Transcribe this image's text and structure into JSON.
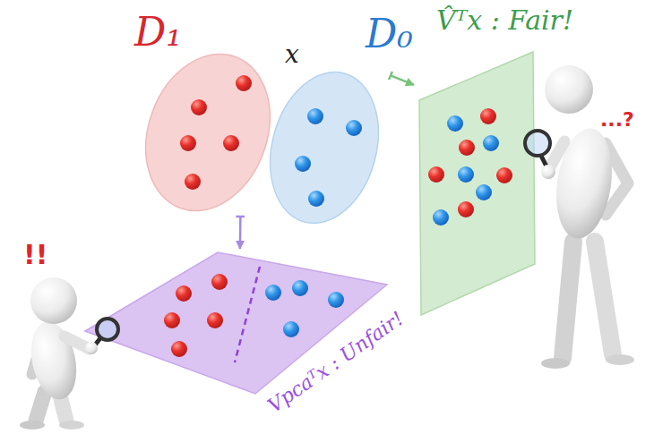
{
  "diagram": {
    "nodes": [
      {
        "text": [
          "D₁"
        ]
      },
      {
        "text": [
          "D₀"
        ]
      },
      {
        "text": [
          "V̂ᵀx : Fair!"
        ]
      },
      {
        "text": [
          "Vpcaᵀx : Unfair!"
        ]
      }
    ],
    "edges": [
      {
        "from": 1,
        "to": 2,
        "arrow": "to"
      },
      {
        "from": 0,
        "to": 3,
        "arrow": "to"
      }
    ],
    "labels": [
      "x",
      "!!",
      "...?"
    ]
  }
}
